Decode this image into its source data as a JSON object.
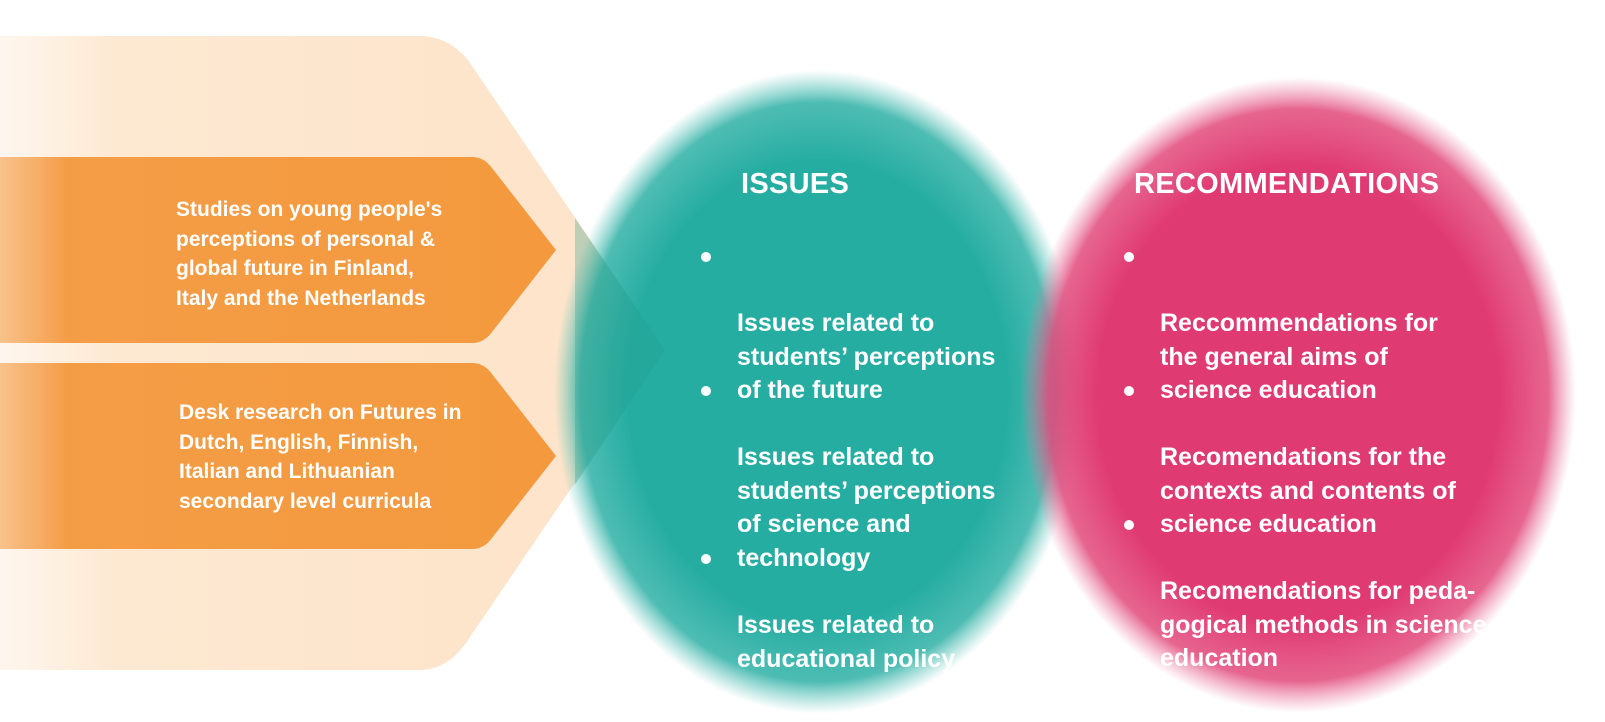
{
  "colors": {
    "orange": "#f49a40",
    "light_peach": "#fde7cf",
    "teal": "#26ada2",
    "pink": "#e03a72",
    "text": "#ffffff"
  },
  "sources": [
    {
      "text": "Studies on young people's\nperceptions of personal &\nglobal future in Finland,\nItaly and the Netherlands"
    },
    {
      "text": "Desk research on Futures in\nDutch, English, Finnish,\nItalian and  Lithuanian\nsecondary level curricula"
    }
  ],
  "issues": {
    "title": "ISSUES",
    "items": [
      "Issues related to\nstudents’ perceptions\nof the future",
      "Issues related to\nstudents’ perceptions\nof science and\ntechnology",
      "Issues related to\neducational policy"
    ]
  },
  "recommendations": {
    "title": "RECOMMENDATIONS",
    "items": [
      "Reccommendations for\nthe general aims of\nscience education",
      "Recomendations for the\ncontexts and contents of\nscience education",
      "Recomendations for peda-\ngogical methods in science\neducation"
    ]
  }
}
